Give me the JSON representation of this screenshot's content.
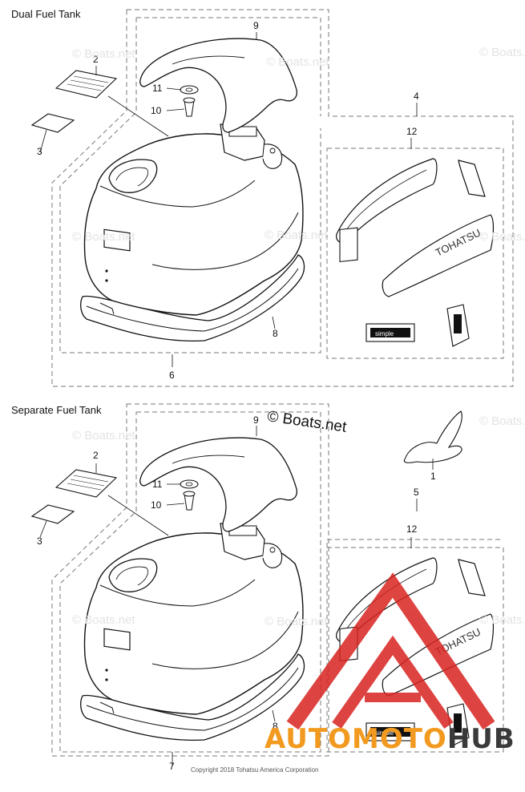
{
  "sections": [
    {
      "title": "Dual Fuel Tank"
    },
    {
      "title": "Separate Fuel Tank"
    }
  ],
  "callouts_top": {
    "c9": "9",
    "c2": "2",
    "c11": "11",
    "c10": "10",
    "c3": "3",
    "c4": "4",
    "c12": "12",
    "c8": "8",
    "c6": "6"
  },
  "callouts_bottom": {
    "c9": "9",
    "c2": "2",
    "c11": "11",
    "c10": "10",
    "c3": "3",
    "c1": "1",
    "c5": "5",
    "c12": "12",
    "c8": "8",
    "c7": "7"
  },
  "decal": {
    "brand_text": "TOHATSU",
    "simple_text": "simple"
  },
  "watermark": {
    "text": "© Boats.net",
    "main": "© Boats.net"
  },
  "copyright": "Copyright 2018 Tohatsu America Corporation",
  "logo": {
    "part1": "AUTO",
    "part2": "MOTO",
    "part3": "HUB",
    "red": "#d8231f",
    "orange": "#f29a1f",
    "dark": "#3a3a3a"
  }
}
